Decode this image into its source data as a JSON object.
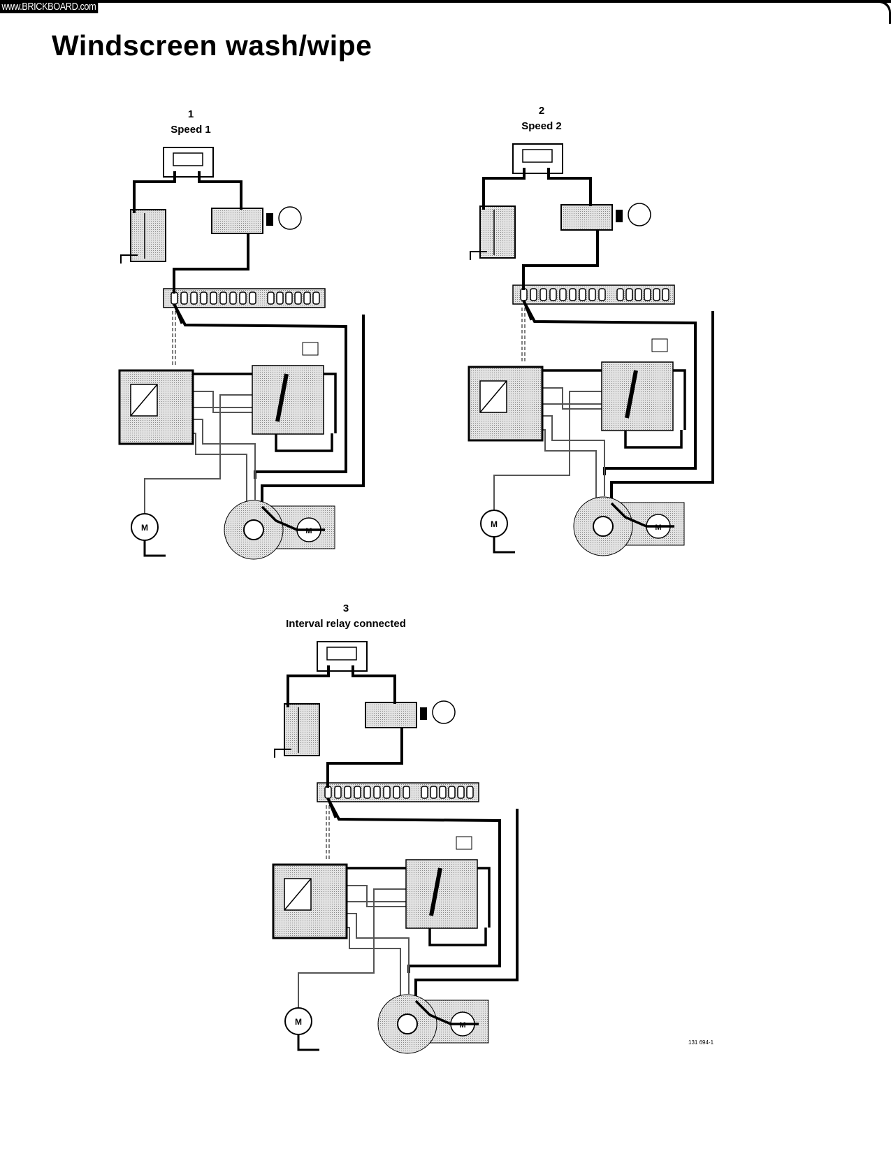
{
  "watermark": "www.BRICKBOARD.com",
  "title": "Windscreen wash/wipe",
  "diagrams": [
    {
      "number": "1",
      "caption": "Speed 1"
    },
    {
      "number": "2",
      "caption": "Speed 2"
    },
    {
      "number": "3",
      "caption": "Interval relay connected"
    }
  ],
  "reference_code": "131 694-1",
  "colors": {
    "ink": "#000000",
    "shade": "#bdbdbd",
    "paper": "#ffffff"
  }
}
